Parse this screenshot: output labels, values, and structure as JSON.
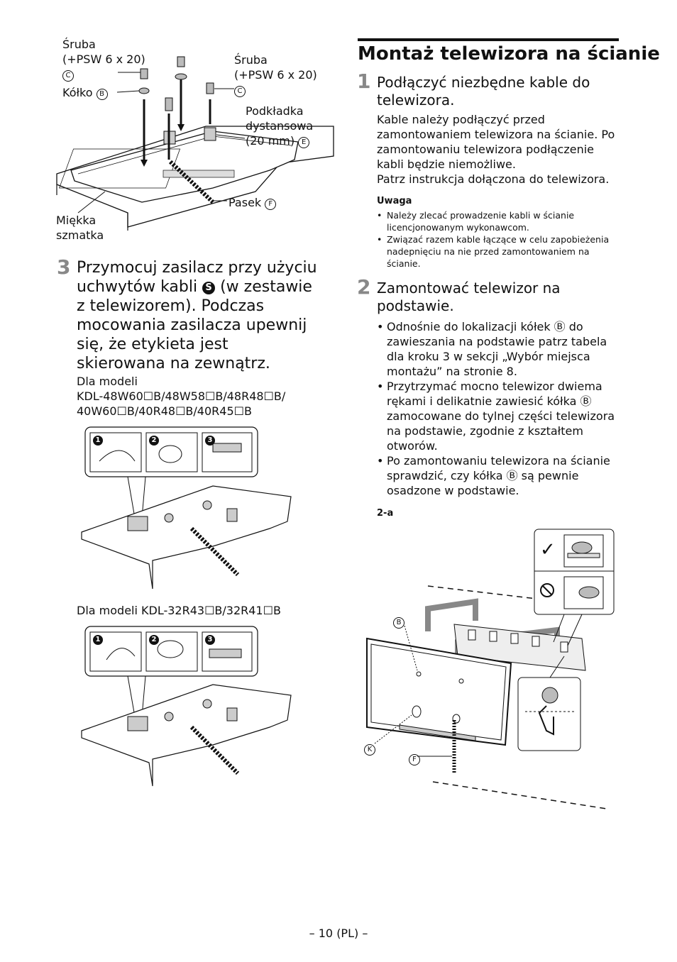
{
  "top_figure": {
    "screw_left_label": "Śruba",
    "screw_left_spec": "(+PSW 6 x 20)",
    "screw_left_mark": "C",
    "washer_label": "Kółko",
    "washer_mark": "B",
    "screw_right_label": "Śruba",
    "screw_right_spec": "(+PSW 6 x 20)",
    "screw_right_mark": "C",
    "spacer_line1": "Podkładka",
    "spacer_line2": "dystansowa",
    "spacer_line3": "(20 mm)",
    "spacer_mark": "E",
    "belt_label": "Pasek",
    "belt_mark": "F",
    "cloth_line1": "Miękka",
    "cloth_line2": "szmatka"
  },
  "step3": {
    "num": "3",
    "text_a": "Przymocuj zasilacz przy użyciu uchwytów kabli",
    "mark": "S",
    "text_b": "(w zestawie z telewizorem). Podczas mocowania zasilacza upewnij się, że etykieta jest skierowana na zewnątrz.",
    "models_intro": "Dla modeli",
    "models_line1": "KDL-48W60☐B/48W58☐B/48R48☐B/",
    "models_line2": "40W60☐B/40R48☐B/40R45☐B",
    "models2": "Dla modeli KDL-32R43☐B/32R41☐B",
    "sub_steps": [
      "1",
      "2",
      "3"
    ]
  },
  "section": {
    "title": "Montaż telewizora na ścianie"
  },
  "step1": {
    "num": "1",
    "heading": "Podłączyć niezbędne kable do telewizora.",
    "body": "Kable należy podłączyć przed zamontowaniem telewizora na ścianie. Po zamontowaniu telewizora podłączenie kabli będzie niemożliwe.",
    "body2": "Patrz instrukcja dołączona do telewizora.",
    "note_title": "Uwaga",
    "notes": [
      "Należy zlecać prowadzenie kabli w ścianie licencjonowanym wykonawcom.",
      "Związać razem kable łączące w celu zapobieżenia nadepnięciu na nie przed zamontowaniem na ścianie."
    ]
  },
  "step2": {
    "num": "2",
    "heading": "Zamontować telewizor na podstawie.",
    "bullets": [
      "Odnośnie do lokalizacji kółek Ⓑ do zawieszania na podstawie patrz tabela dla kroku 3 w sekcji „Wybór miejsca montażu” na stronie 8.",
      "Przytrzymać mocno telewizor dwiema rękami i delikatnie zawiesić kółka Ⓑ zamocowane do tylnej części telewizora na podstawie, zgodnie z kształtem otworów.",
      "Po zamontowaniu telewizora na ścianie sprawdzić, czy kółka Ⓑ są pewnie osadzone w podstawie."
    ],
    "fig_label": "2-a",
    "marks": {
      "b": "B",
      "k": "K",
      "f": "F"
    },
    "check": "✓"
  },
  "footer": {
    "page": "– 10 (PL) –"
  }
}
